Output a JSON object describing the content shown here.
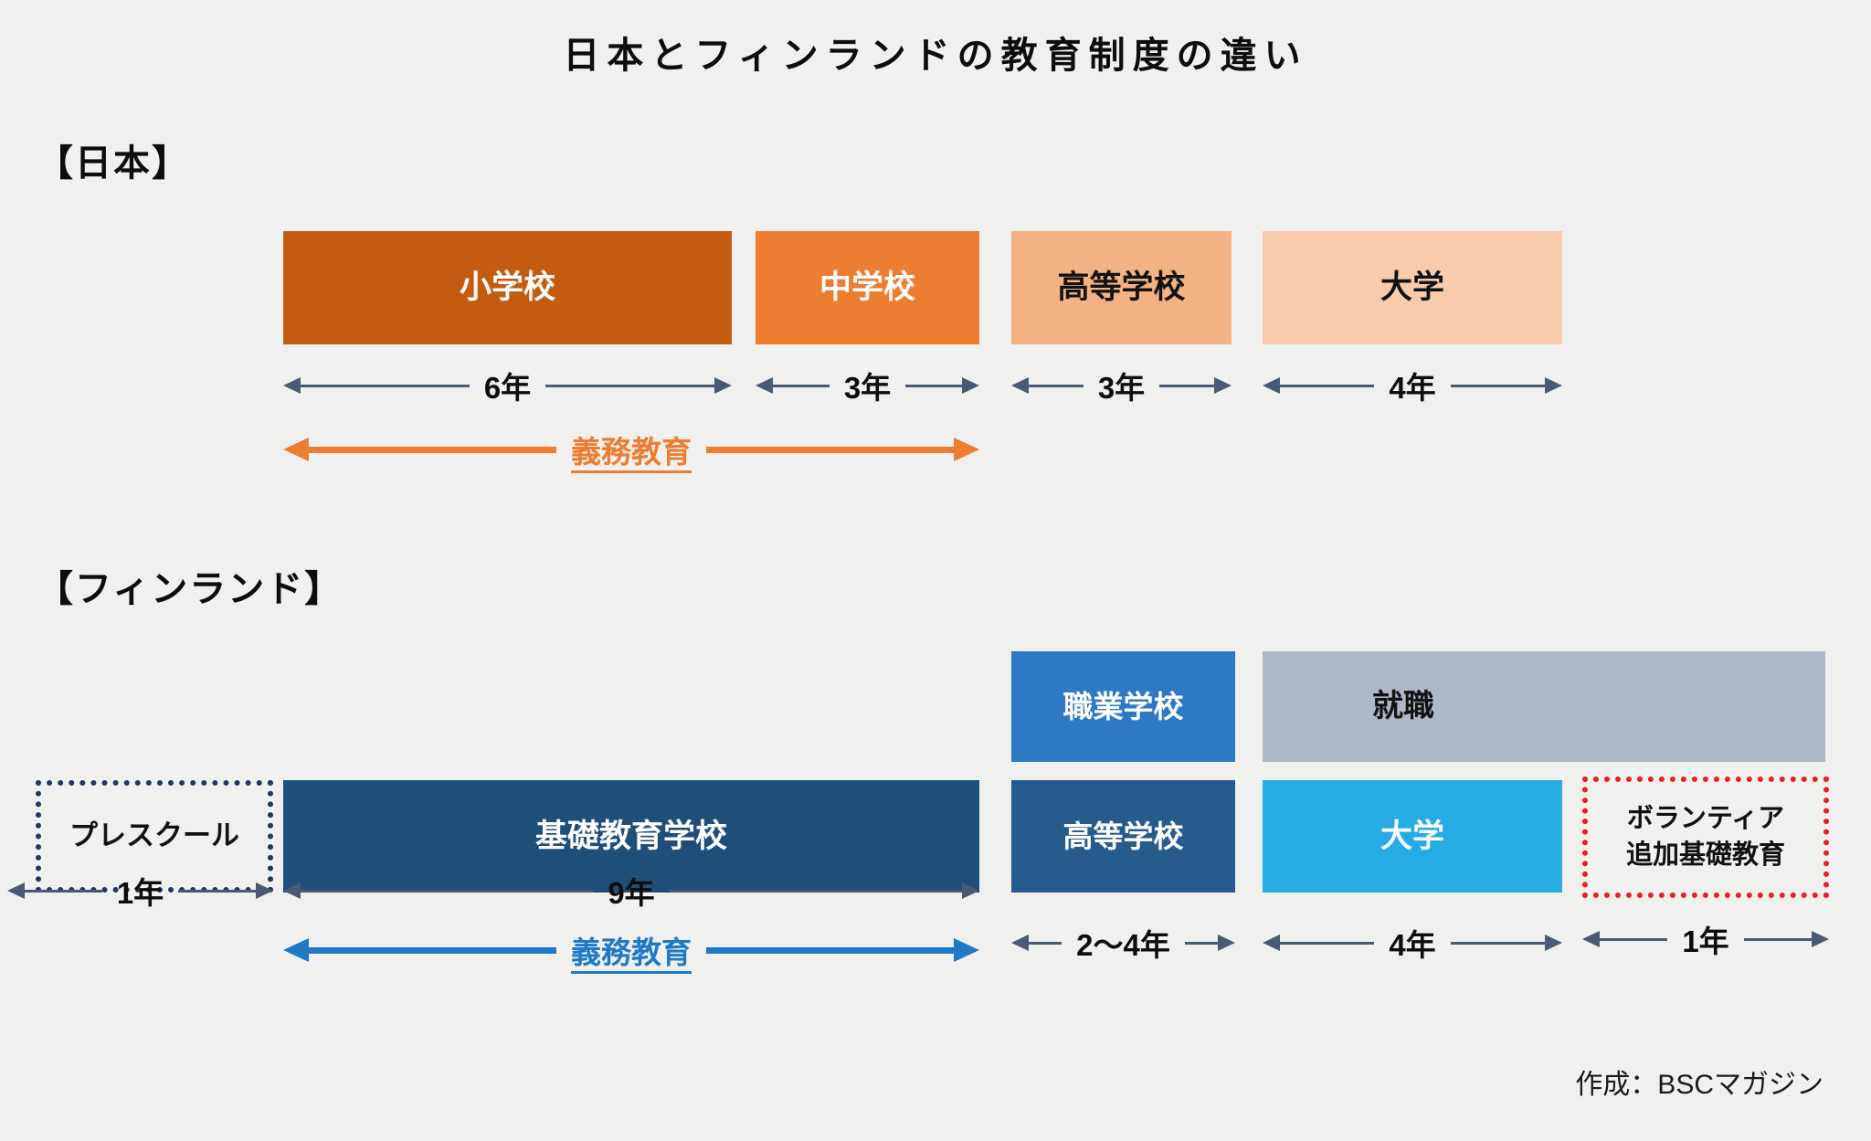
{
  "title": "日本とフィンランドの教育制度の違い",
  "credit": "作成：BSCマガジン",
  "colors": {
    "background": "#F0F0EE",
    "duration_arrow": "#4A5A72",
    "japan_compulsory": "#ED7D31",
    "finland_compulsory": "#1E7AC6",
    "preschool_border": "#203864",
    "voluntary_border": "#EE1C25"
  },
  "japan": {
    "heading": "【日本】",
    "compulsory_label": "義務教育",
    "stages": [
      {
        "label": "小学校",
        "duration": "6年",
        "color": "#C55A11"
      },
      {
        "label": "中学校",
        "duration": "3年",
        "color": "#ED7D31"
      },
      {
        "label": "高等学校",
        "duration": "3年",
        "color": "#F4B183"
      },
      {
        "label": "大学",
        "duration": "4年",
        "color": "#F8CBAD"
      }
    ]
  },
  "finland": {
    "heading": "【フィンランド】",
    "compulsory_label": "義務教育",
    "preschool": {
      "label": "プレスクール",
      "duration": "1年",
      "border_color": "#203864"
    },
    "basic_education": {
      "label": "基礎教育学校",
      "duration": "9年",
      "color": "#1F4E79"
    },
    "vocational": {
      "label": "職業学校",
      "color": "#2E79C3"
    },
    "employment": {
      "label": "就職",
      "color": "#AEB9C7"
    },
    "upper_secondary": {
      "label": "高等学校",
      "duration": "2〜4年",
      "color": "#275A8D"
    },
    "university": {
      "label": "大学",
      "duration": "4年",
      "color": "#26ACE3"
    },
    "voluntary": {
      "label_line1": "ボランティア",
      "label_line2": "追加基礎教育",
      "duration": "1年",
      "border_color": "#EE1C25"
    }
  }
}
